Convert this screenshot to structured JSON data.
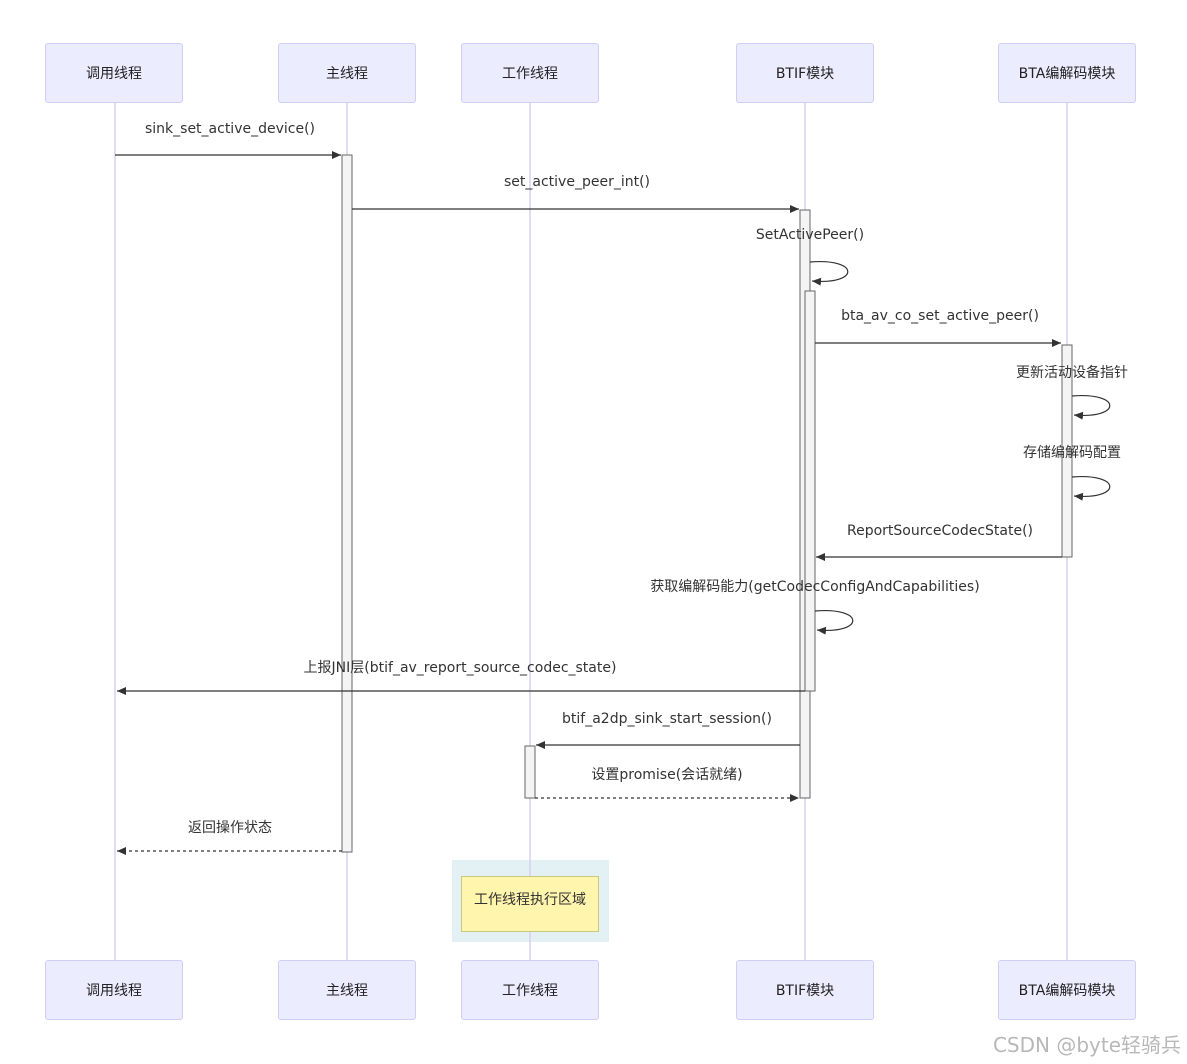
{
  "participants": [
    {
      "id": "caller",
      "label": "调用线程"
    },
    {
      "id": "main",
      "label": "主线程"
    },
    {
      "id": "worker",
      "label": "工作线程"
    },
    {
      "id": "btif",
      "label": "BTIF模块"
    },
    {
      "id": "bta",
      "label": "BTA编解码模块"
    }
  ],
  "messages": [
    {
      "label": "sink_set_active_device()",
      "from": "caller",
      "to": "main",
      "style": "solid"
    },
    {
      "label": "set_active_peer_int()",
      "from": "main",
      "to": "btif",
      "style": "solid"
    },
    {
      "label": "SetActivePeer()",
      "from": "btif",
      "to": "btif",
      "style": "self"
    },
    {
      "label": "bta_av_co_set_active_peer()",
      "from": "btif",
      "to": "bta",
      "style": "solid"
    },
    {
      "label": "更新活动设备指针",
      "from": "bta",
      "to": "bta",
      "style": "self"
    },
    {
      "label": "存储编解码配置",
      "from": "bta",
      "to": "bta",
      "style": "self"
    },
    {
      "label": "ReportSourceCodecState()",
      "from": "bta",
      "to": "btif",
      "style": "solid"
    },
    {
      "label": "获取编解码能力(getCodecConfigAndCapabilities)",
      "from": "btif",
      "to": "btif",
      "style": "self"
    },
    {
      "label": "上报JNI层(btif_av_report_source_codec_state)",
      "from": "btif",
      "to": "caller",
      "style": "solid"
    },
    {
      "label": "btif_a2dp_sink_start_session()",
      "from": "btif",
      "to": "worker",
      "style": "solid"
    },
    {
      "label": "设置promise(会话就绪)",
      "from": "worker",
      "to": "btif",
      "style": "dashed"
    },
    {
      "label": "返回操作状态",
      "from": "main",
      "to": "caller",
      "style": "dashed"
    }
  ],
  "note": {
    "label": "工作线程执行区域",
    "over": "worker"
  },
  "watermark": "CSDN @byte轻骑兵",
  "colors": {
    "participant_fill": "#ececff",
    "participant_border": "#cfcff5",
    "lifeline": "#d6d0f0",
    "note_fill": "#fff5ad",
    "note_region": "#e3f1f4",
    "arrow": "#333333"
  }
}
